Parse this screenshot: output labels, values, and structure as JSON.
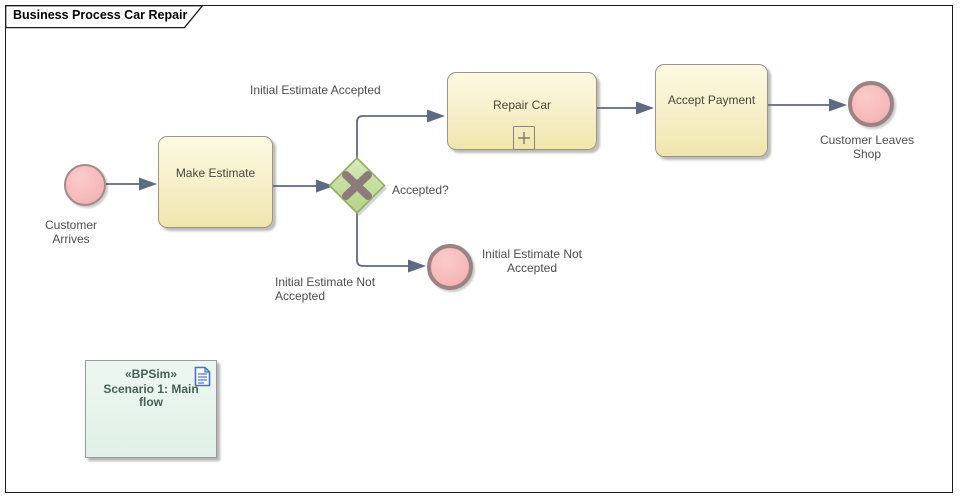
{
  "diagram": {
    "title": "Business Process Car Repair",
    "type": "BPMN business process diagram"
  },
  "nodes": {
    "start_event": {
      "label": "Customer Arrives",
      "kind": "start-event"
    },
    "make_estimate": {
      "label": "Make Estimate",
      "kind": "task"
    },
    "gateway": {
      "label": "Accepted?",
      "kind": "exclusive-gateway"
    },
    "repair_car": {
      "label": "Repair Car",
      "kind": "subprocess-task"
    },
    "accept_payment": {
      "label": "Accept Payment",
      "kind": "task"
    },
    "end_event_leave": {
      "label": "Customer Leaves Shop",
      "kind": "end-event"
    },
    "end_event_not_accepted": {
      "label": "Initial Estimate Not Accepted",
      "kind": "end-event"
    },
    "bpsim": {
      "stereotype": "«BPSim»",
      "name": "Scenario 1: Main flow"
    }
  },
  "edge_labels": {
    "accepted": "Initial Estimate Accepted",
    "not_accepted": "Initial Estimate Not Accepted"
  },
  "icons": {
    "subprocess_marker": "plus-box-icon",
    "bpsim_note": "document-icon"
  },
  "colors": {
    "task_fill_top": "#fcf9e2",
    "task_fill_bottom": "#efe6ac",
    "task_border": "#9c948c",
    "event_fill": "#f6baba",
    "start_event_border": "#a18a8a",
    "end_event_border": "#9c8383",
    "gateway_fill_top": "#d9e9bc",
    "gateway_fill_bottom": "#b4d287",
    "gateway_border": "#8fae60",
    "gateway_x": "#8d7b7b",
    "connector": "#5d6a84",
    "bpsim_fill": "#e4f2ea",
    "bpsim_text": "#48605a",
    "doc_icon_blue": "#4472c4",
    "label_text": "#4d4d4d",
    "frame_border": "#1c1c1c"
  }
}
